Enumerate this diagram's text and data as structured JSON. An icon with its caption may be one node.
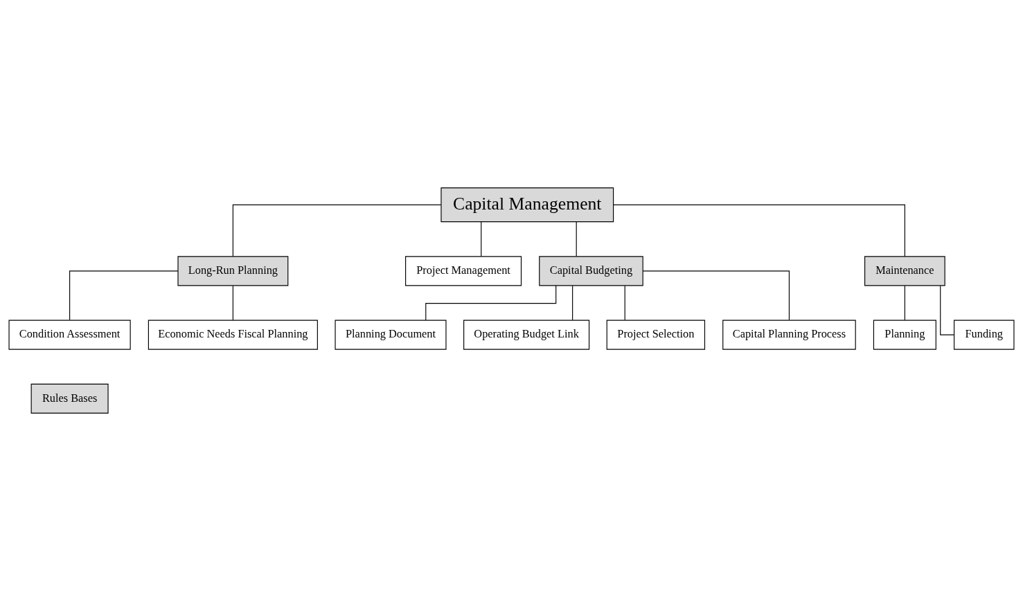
{
  "diagram": {
    "nodes": [
      {
        "text": [
          "Capital Management"
        ]
      },
      {
        "text": [
          "Long-Run Planning"
        ]
      },
      {
        "text": [
          "Project Management"
        ]
      },
      {
        "text": [
          "Capital Budgeting"
        ]
      },
      {
        "text": [
          "Maintenance"
        ]
      },
      {
        "text": [
          "Condition Assessment"
        ]
      },
      {
        "text": [
          "Economic Needs Fiscal Planning"
        ]
      },
      {
        "text": [
          "Planning"
        ]
      },
      {
        "text": [
          "Funding"
        ]
      },
      {
        "text": [
          "Planning Document"
        ]
      },
      {
        "text": [
          "Operating Budget Link"
        ]
      },
      {
        "text": [
          "Project Selection"
        ]
      },
      {
        "text": [
          "Capital Planning Process"
        ]
      },
      {
        "text": [
          "Rules Bases"
        ]
      }
    ],
    "edges": [
      {
        "from": 0,
        "to": 1,
        "arrow": "none"
      },
      {
        "from": 0,
        "to": 2,
        "arrow": "none"
      },
      {
        "from": 0,
        "to": 3,
        "arrow": "none"
      },
      {
        "from": 0,
        "to": 4,
        "arrow": "none"
      },
      {
        "from": 1,
        "to": 5,
        "arrow": "none"
      },
      {
        "from": 1,
        "to": 6,
        "arrow": "none"
      },
      {
        "from": 4,
        "to": 7,
        "arrow": "none"
      },
      {
        "from": 4,
        "to": 8,
        "arrow": "none"
      },
      {
        "from": 3,
        "to": 9,
        "arrow": "none"
      },
      {
        "from": 3,
        "to": 10,
        "arrow": "none"
      },
      {
        "from": 3,
        "to": 11,
        "arrow": "none"
      },
      {
        "from": 3,
        "to": 12,
        "arrow": "none"
      }
    ]
  }
}
